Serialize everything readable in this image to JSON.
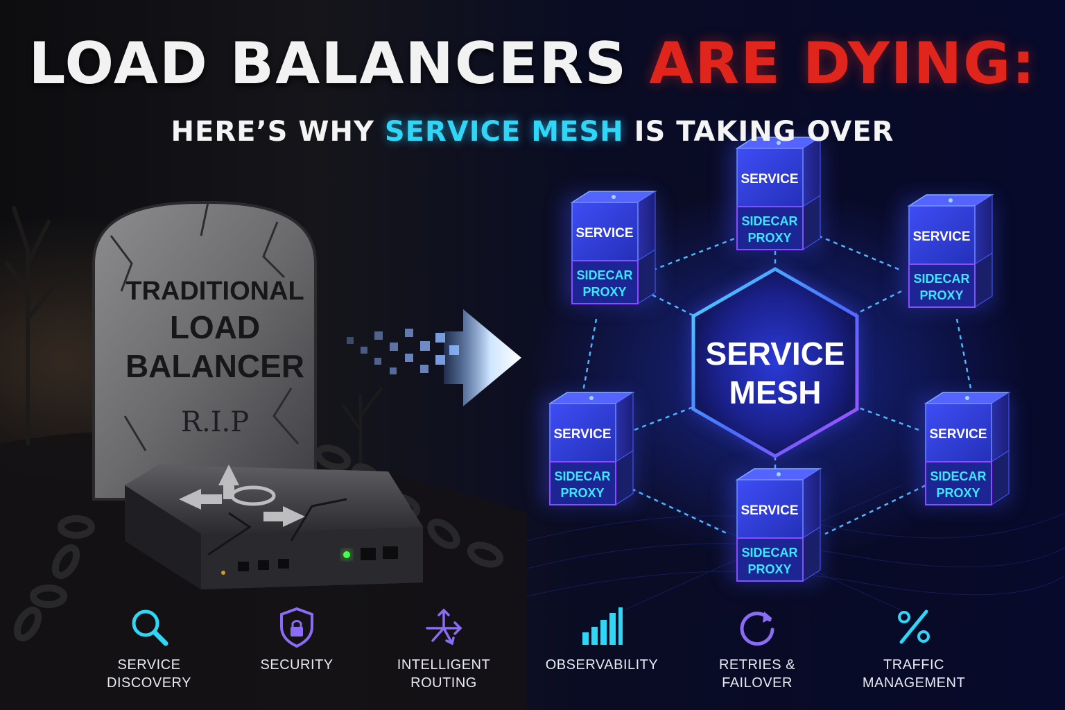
{
  "headline": {
    "part_white": "LOAD BALANCERS ",
    "part_red": "ARE DYING:"
  },
  "subheadline": {
    "part_white_1": "HERE’S WHY ",
    "part_cyan": "SERVICE MESH",
    "part_white_2": " IS TAKING OVER"
  },
  "tombstone": {
    "line1": "TRADITIONAL",
    "line2": "LOAD",
    "line3": "BALANCER",
    "epitaph": "R.I.P"
  },
  "mesh": {
    "center_line1": "SERVICE",
    "center_line2": "MESH",
    "nodes": [
      {
        "service": "SERVICE",
        "proxy_line1": "SIDECAR",
        "proxy_line2": "PROXY"
      },
      {
        "service": "SERVICE",
        "proxy_line1": "SIDECAR",
        "proxy_line2": "PROXY"
      },
      {
        "service": "SERVICE",
        "proxy_line1": "SIDECAR",
        "proxy_line2": "PROXY"
      },
      {
        "service": "SERVICE",
        "proxy_line1": "SIDECAR",
        "proxy_line2": "PROXY"
      },
      {
        "service": "SERVICE",
        "proxy_line1": "SIDECAR",
        "proxy_line2": "PROXY"
      },
      {
        "service": "SERVICE",
        "proxy_line1": "SIDECAR",
        "proxy_line2": "PROXY"
      }
    ]
  },
  "features": [
    {
      "line1": "SERVICE",
      "line2": "DISCOVERY",
      "icon": "search-icon",
      "color": "#2fd6f5"
    },
    {
      "line1": "SECURITY",
      "line2": "",
      "icon": "shield-lock-icon",
      "color": "#8a6cf5"
    },
    {
      "line1": "INTELLIGENT",
      "line2": "ROUTING",
      "icon": "routing-icon",
      "color": "#8a6cf5"
    },
    {
      "line1": "OBSERVABILITY",
      "line2": "",
      "icon": "bar-chart-icon",
      "color": "#2fd6f5"
    },
    {
      "line1": "RETRIES &",
      "line2": "FAILOVER",
      "icon": "retry-icon",
      "color": "#8a6cf5"
    },
    {
      "line1": "TRAFFIC",
      "line2": "MANAGEMENT",
      "icon": "percent-icon",
      "color": "#2fd6f5"
    }
  ],
  "colors": {
    "headline_red": "#e0251c",
    "accent_cyan": "#2fd6f5",
    "mesh_blue": "#3a4cf0",
    "mesh_purple": "#8a3cf0"
  }
}
